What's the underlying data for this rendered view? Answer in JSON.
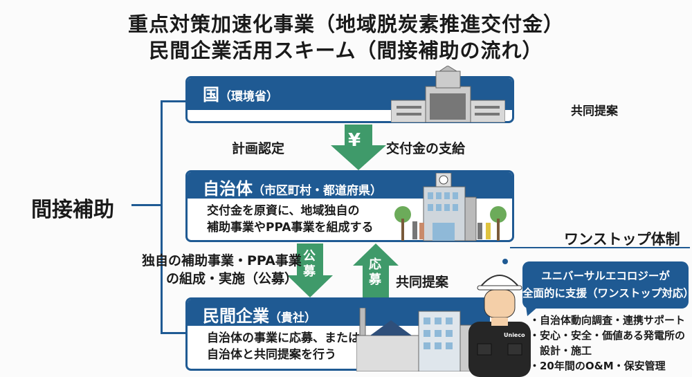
{
  "title": {
    "line1": "重点対策加速化事業（地域脱炭素推進交付金）",
    "line2": "民間企業活用スキーム（間接補助の流れ）"
  },
  "left_label": "間接補助",
  "national": {
    "name": "国",
    "sub": "（環境省）"
  },
  "flow1": {
    "left": "計画認定",
    "icon": "¥",
    "right": "交付金の支給"
  },
  "municipality": {
    "name": "自治体",
    "sub": "（市区町村・都道府県）",
    "body1": "交付金を原資に、地域独自の",
    "body2": "補助事業やPPA事業を組成する"
  },
  "flow2": {
    "left1": "独自の補助事業・PPA事業",
    "left2": "の組成・実施（公募）",
    "down_label": "公募",
    "up_label": "応募",
    "right": "共同提案"
  },
  "company": {
    "name": "民間企業",
    "sub": "（貴社）",
    "body1": "自治体の事業に応募、または",
    "body2": "自治体と共同提案を行う"
  },
  "top_right_label": "共同提案",
  "onestop": {
    "heading": "ワンストップ体制",
    "bubble1": "ユニバーサルエコロジーが",
    "bubble2": "全面的に支援（ワンストップ対応）",
    "bullets": [
      "・自治体動向調査・連携サポート",
      "・安心・安全・価値ある発電所の",
      "　設計・施工",
      "・20年間のO&M・保安管理"
    ],
    "worker_logo": "Unieco"
  },
  "colors": {
    "navy": "#1f5a93",
    "green": "#3f9a6a"
  }
}
